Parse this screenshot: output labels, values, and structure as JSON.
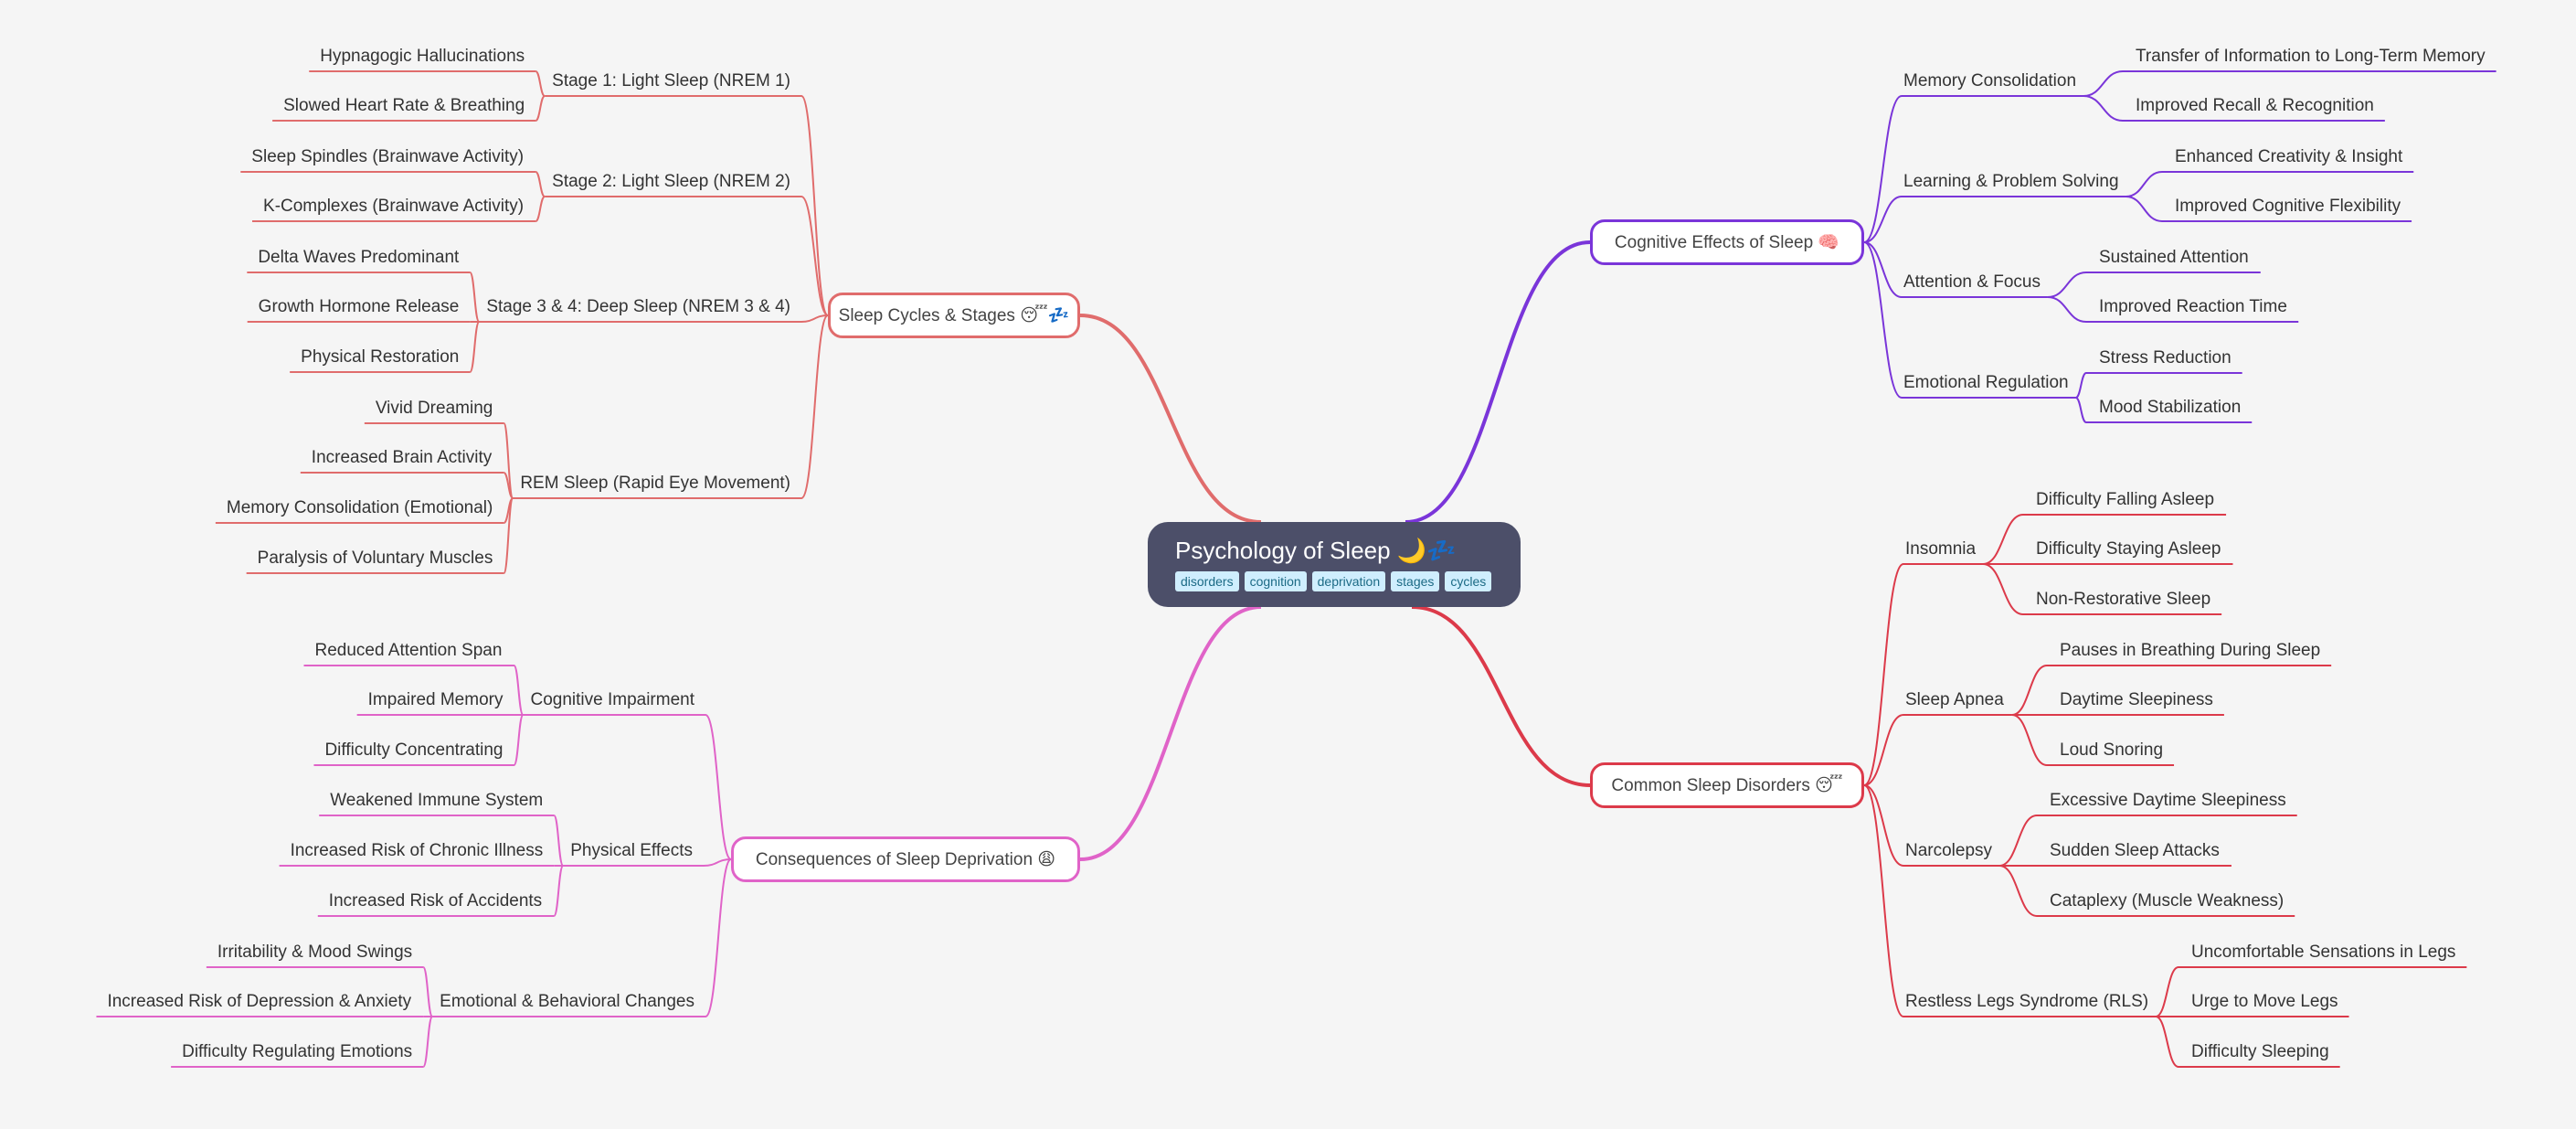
{
  "root": {
    "title": "Psychology of Sleep 🌙💤",
    "tags": [
      "disorders",
      "cognition",
      "deprivation",
      "stages",
      "cycles"
    ]
  },
  "branches": {
    "cognitive": {
      "label": "Cognitive Effects of Sleep 🧠",
      "color": "#7a35d9",
      "topics": [
        {
          "label": "Memory Consolidation",
          "leaves": [
            "Transfer of Information to Long-Term Memory",
            "Improved Recall & Recognition"
          ]
        },
        {
          "label": "Learning & Problem Solving",
          "leaves": [
            "Enhanced Creativity & Insight",
            "Improved Cognitive Flexibility"
          ]
        },
        {
          "label": "Attention & Focus",
          "leaves": [
            "Sustained Attention",
            "Improved Reaction Time"
          ]
        },
        {
          "label": "Emotional Regulation",
          "leaves": [
            "Stress Reduction",
            "Mood Stabilization"
          ]
        }
      ]
    },
    "disorders": {
      "label": "Common Sleep Disorders 😴",
      "color": "#dc3a4a",
      "topics": [
        {
          "label": "Insomnia",
          "leaves": [
            "Difficulty Falling Asleep",
            "Difficulty Staying Asleep",
            "Non-Restorative Sleep"
          ]
        },
        {
          "label": "Sleep Apnea",
          "leaves": [
            "Pauses in Breathing During Sleep",
            "Daytime Sleepiness",
            "Loud Snoring"
          ]
        },
        {
          "label": "Narcolepsy",
          "leaves": [
            "Excessive Daytime Sleepiness",
            "Sudden Sleep Attacks",
            "Cataplexy (Muscle Weakness)"
          ]
        },
        {
          "label": "Restless Legs Syndrome (RLS)",
          "leaves": [
            "Uncomfortable Sensations in Legs",
            "Urge to Move Legs",
            "Difficulty Sleeping"
          ]
        }
      ]
    },
    "stages": {
      "label": "Sleep Cycles & Stages 😴💤",
      "color": "#e06c6c",
      "topics": [
        {
          "label": "Stage 1: Light Sleep (NREM 1)",
          "leaves": [
            "Hypnagogic Hallucinations",
            "Slowed Heart Rate & Breathing"
          ]
        },
        {
          "label": "Stage 2: Light Sleep (NREM 2)",
          "leaves": [
            "Sleep Spindles (Brainwave Activity)",
            "K-Complexes (Brainwave Activity)"
          ]
        },
        {
          "label": "Stage 3 & 4: Deep Sleep (NREM 3 & 4)",
          "leaves": [
            "Delta Waves Predominant",
            "Growth Hormone Release",
            "Physical Restoration"
          ]
        },
        {
          "label": "REM Sleep (Rapid Eye Movement)",
          "leaves": [
            "Vivid Dreaming",
            "Increased Brain Activity",
            "Memory Consolidation (Emotional)",
            "Paralysis of Voluntary Muscles"
          ]
        }
      ]
    },
    "deprivation": {
      "label": "Consequences of Sleep Deprivation 😩",
      "color": "#e063c8",
      "topics": [
        {
          "label": "Cognitive Impairment",
          "leaves": [
            "Reduced Attention Span",
            "Impaired Memory",
            "Difficulty Concentrating"
          ]
        },
        {
          "label": "Physical Effects",
          "leaves": [
            "Weakened Immune System",
            "Increased Risk of Chronic Illness",
            "Increased Risk of Accidents"
          ]
        },
        {
          "label": "Emotional & Behavioral Changes",
          "leaves": [
            "Irritability & Mood Swings",
            "Increased Risk of Depression & Anxiety",
            "Difficulty Regulating Emotions"
          ]
        }
      ]
    }
  }
}
